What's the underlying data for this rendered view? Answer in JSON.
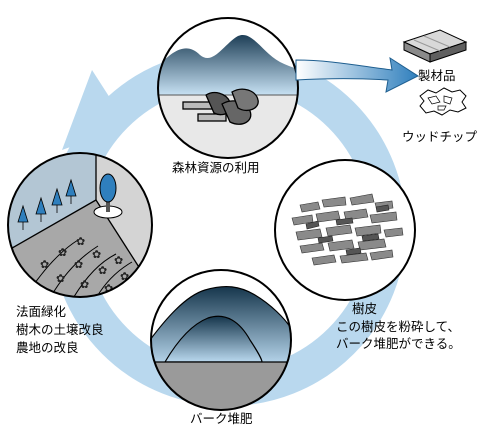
{
  "labels": {
    "forest_use": "森林資源の利用",
    "lumber": "製材品",
    "wood_chip": "ウッドチップ",
    "bark_title": "樹皮",
    "bark_line1": "この樹皮を粉砕して、",
    "bark_line2": "バーク堆肥ができる。",
    "bark_compost": "バーク堆肥",
    "uses_line1": "法面緑化",
    "uses_line2": "樹木の土壌改良",
    "uses_line3": "農地の改良"
  },
  "colors": {
    "cycle_arrow": "#b9d8ee",
    "arrow_blue": "#2f7fbd",
    "mountain_dark": "#1e3f57",
    "mountain_light": "#b9d8ee",
    "ground_gray": "#9a9a9a"
  }
}
